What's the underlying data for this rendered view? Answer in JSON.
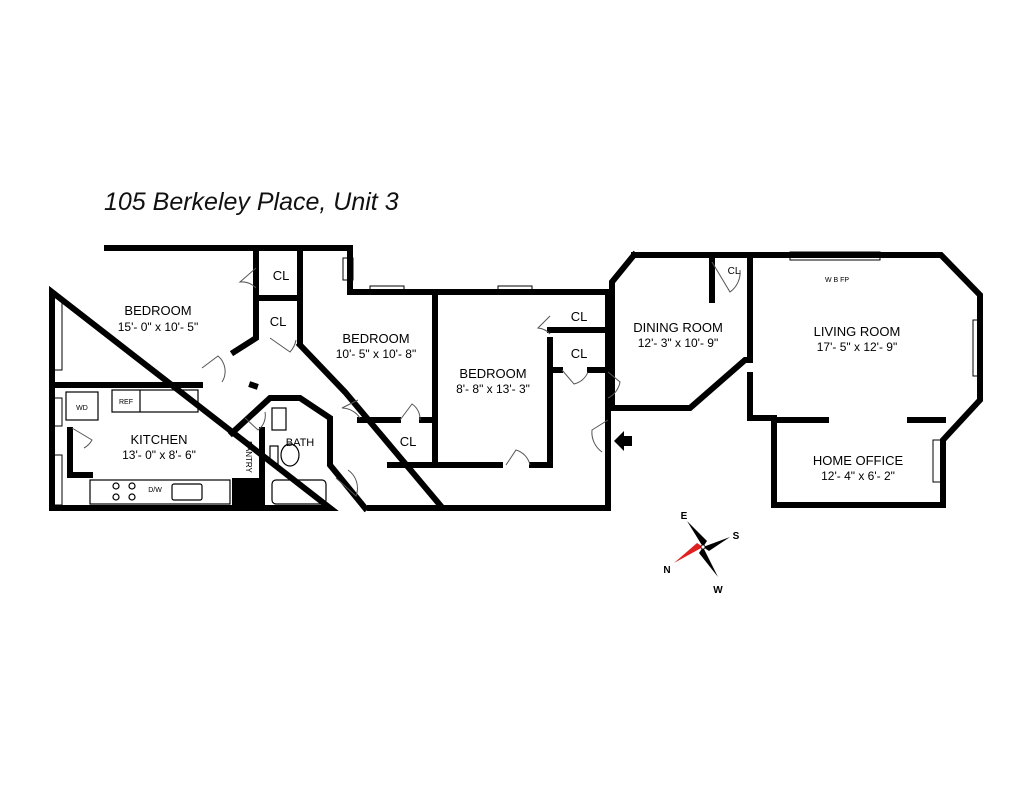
{
  "title": "105 Berkeley Place, Unit 3",
  "rooms": {
    "bedroom1": {
      "name": "BEDROOM",
      "dims": "15'- 0\" x 10'- 5\""
    },
    "bedroom2": {
      "name": "BEDROOM",
      "dims": "10'- 5\" x 10'- 8\""
    },
    "bedroom3": {
      "name": "BEDROOM",
      "dims": "8'- 8\" x 13'- 3\""
    },
    "kitchen": {
      "name": "KITCHEN",
      "dims": "13'- 0\" x 8'- 6\""
    },
    "dining": {
      "name": "DINING ROOM",
      "dims": "12'- 3\" x 10'- 9\""
    },
    "living": {
      "name": "LIVING ROOM",
      "dims": "17'- 5\" x 12'- 9\""
    },
    "office": {
      "name": "HOME OFFICE",
      "dims": "12'- 4\" x 6'- 2\""
    },
    "bath": {
      "name": "BATH"
    },
    "pantry": {
      "name": "PANTRY"
    }
  },
  "closet_label": "CL",
  "fixtures": {
    "washer_dryer": "WD",
    "refrigerator": "REF",
    "dishwasher": "D/W",
    "fireplace": "W B FP"
  },
  "compass": {
    "north": "N",
    "east": "E",
    "south": "S",
    "west": "W",
    "needle_color": "#e02020"
  }
}
